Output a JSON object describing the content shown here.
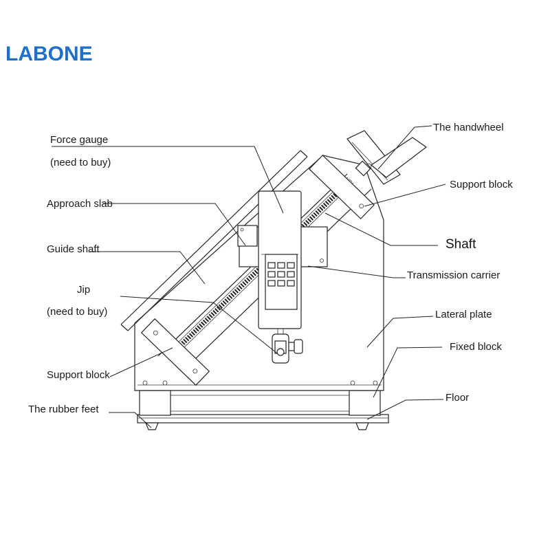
{
  "logo": {
    "text": "LABONE",
    "color": "#1e6fc8"
  },
  "labels": {
    "force_gauge": "Force gauge",
    "force_gauge_note": "(need to buy)",
    "approach_slab": "Approach slab",
    "guide_shaft": "Guide shaft",
    "jip": "Jip",
    "jip_note": "(need to buy)",
    "support_block_left": "Support block",
    "rubber_feet": "The rubber feet",
    "handwheel": "The handwheel",
    "support_block_right": "Support block",
    "shaft": "Shaft",
    "transmission_carrier": "Transmission carrier",
    "lateral_plate": "Lateral plate",
    "fixed_block": "Fixed block",
    "floor": "Floor"
  }
}
